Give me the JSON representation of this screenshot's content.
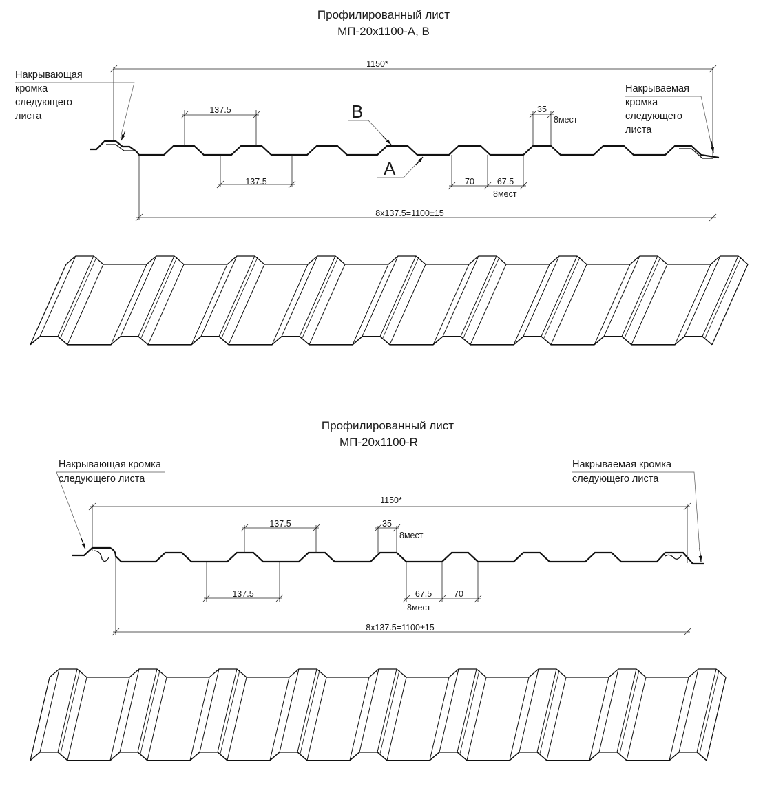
{
  "top": {
    "title_line1": "Профилированный лист",
    "title_line2": "МП-20х1100-А, В",
    "overall_width": "1150*",
    "left_edge_label": [
      "Накрывающая",
      "кромка",
      "следующего",
      "листа"
    ],
    "right_edge_label": [
      "Накрываемая",
      "кромка",
      "следующего",
      "листа"
    ],
    "label_b": "B",
    "label_a": "A",
    "dim_pitch_top": "137.5",
    "dim_pitch_bottom": "137.5",
    "dim_rib": "35",
    "dim_rib_count": "8мест",
    "dim_70": "70",
    "dim_67": "67.5",
    "dim_67_count": "8мест",
    "dim_total": "8х137.5=1100±15"
  },
  "bottom": {
    "title_line1": "Профилированный лист",
    "title_line2": "МП-20х1100-R",
    "overall_width": "1150*",
    "left_edge_label": [
      "Накрывающая кромка",
      "следующего листа"
    ],
    "right_edge_label": [
      "Накрываемая кромка",
      "следующего листа"
    ],
    "dim_pitch_top": "137.5",
    "dim_pitch_bottom": "137.5",
    "dim_rib": "35",
    "dim_rib_count": "8мест",
    "dim_67": "67.5",
    "dim_67_count": "8мест",
    "dim_70": "70",
    "dim_total": "8х137.5=1100±15"
  }
}
